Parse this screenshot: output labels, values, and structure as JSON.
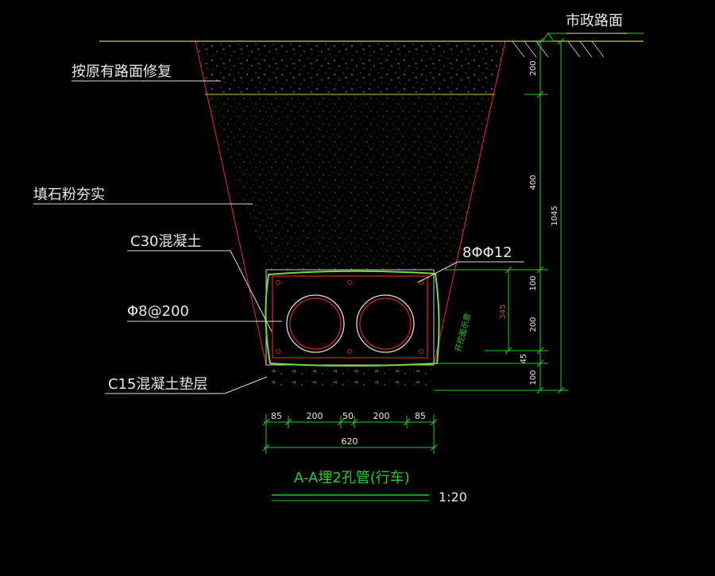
{
  "title": "A-A埋2孔管(行车)",
  "scale": "1:20",
  "labels": {
    "road_surface": "市政路面",
    "restore": "按原有路面修复",
    "backfill": "填石粉夯实",
    "c30": "C30混凝土",
    "rebar_stirrup": "Φ8@200",
    "rebar_main": "8ΦΦ12",
    "c15": "C15混凝土垫层",
    "dim_note": "开挖面示意"
  },
  "dims_vertical": [
    "200",
    "400",
    "100",
    "200",
    "45",
    "100",
    "1045",
    "345"
  ],
  "dims_horizontal": [
    "85",
    "200",
    "50",
    "200",
    "85"
  ],
  "dim_total_width": "620",
  "colors": {
    "background": "#000000",
    "trench_lines": "#cc2222",
    "dimension_lines": "#22cc22",
    "ground_line": "#cccc44",
    "text": "#e8e8e8",
    "title": "#22cc22"
  }
}
